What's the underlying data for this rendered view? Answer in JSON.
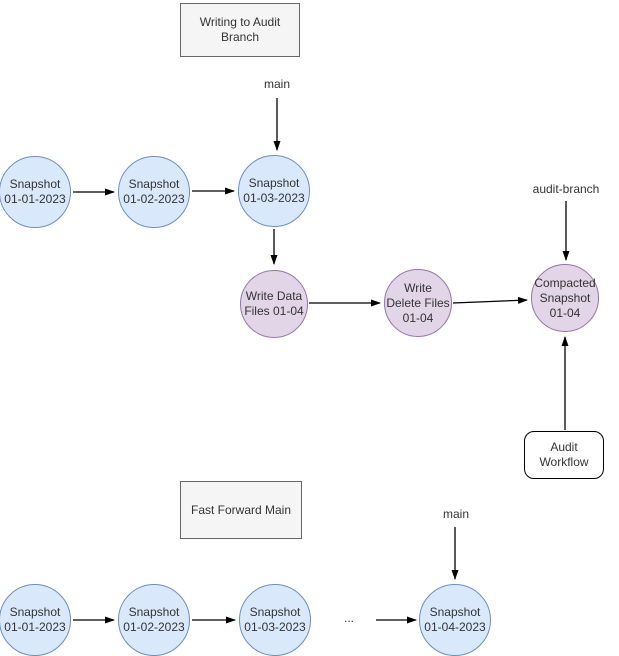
{
  "top": {
    "title": "Writing to Audit\nBranch",
    "main_label": "main",
    "audit_branch_label": "audit-branch",
    "snapshots": [
      {
        "label": "Snapshot\n01-01-2023"
      },
      {
        "label": "Snapshot\n01-02-2023"
      },
      {
        "label": "Snapshot\n01-03-2023"
      }
    ],
    "audit_nodes": [
      {
        "label": "Write Data\nFiles 01-04"
      },
      {
        "label": "Write\nDelete Files\n01-04"
      },
      {
        "label": "Compacted\nSnapshot\n01-04"
      }
    ],
    "workflow_label": "Audit\nWorkflow"
  },
  "bottom": {
    "title": "Fast Forward Main",
    "main_label": "main",
    "ellipsis": "...",
    "snapshots": [
      {
        "label": "Snapshot\n01-01-2023"
      },
      {
        "label": "Snapshot\n01-02-2023"
      },
      {
        "label": "Snapshot\n01-03-2023"
      },
      {
        "label": "Snapshot\n01-04-2023"
      }
    ]
  },
  "colors": {
    "snapshot_fill": "#dae8fc",
    "snapshot_border": "#6c8ebf",
    "audit_fill": "#e1d5e7",
    "audit_border": "#9673a6",
    "title_box_fill": "#f5f5f5",
    "title_box_border": "#666666",
    "workflow_box_fill": "#ffffff",
    "workflow_box_border": "#000000",
    "arrow": "#000000",
    "text": "#333333"
  }
}
